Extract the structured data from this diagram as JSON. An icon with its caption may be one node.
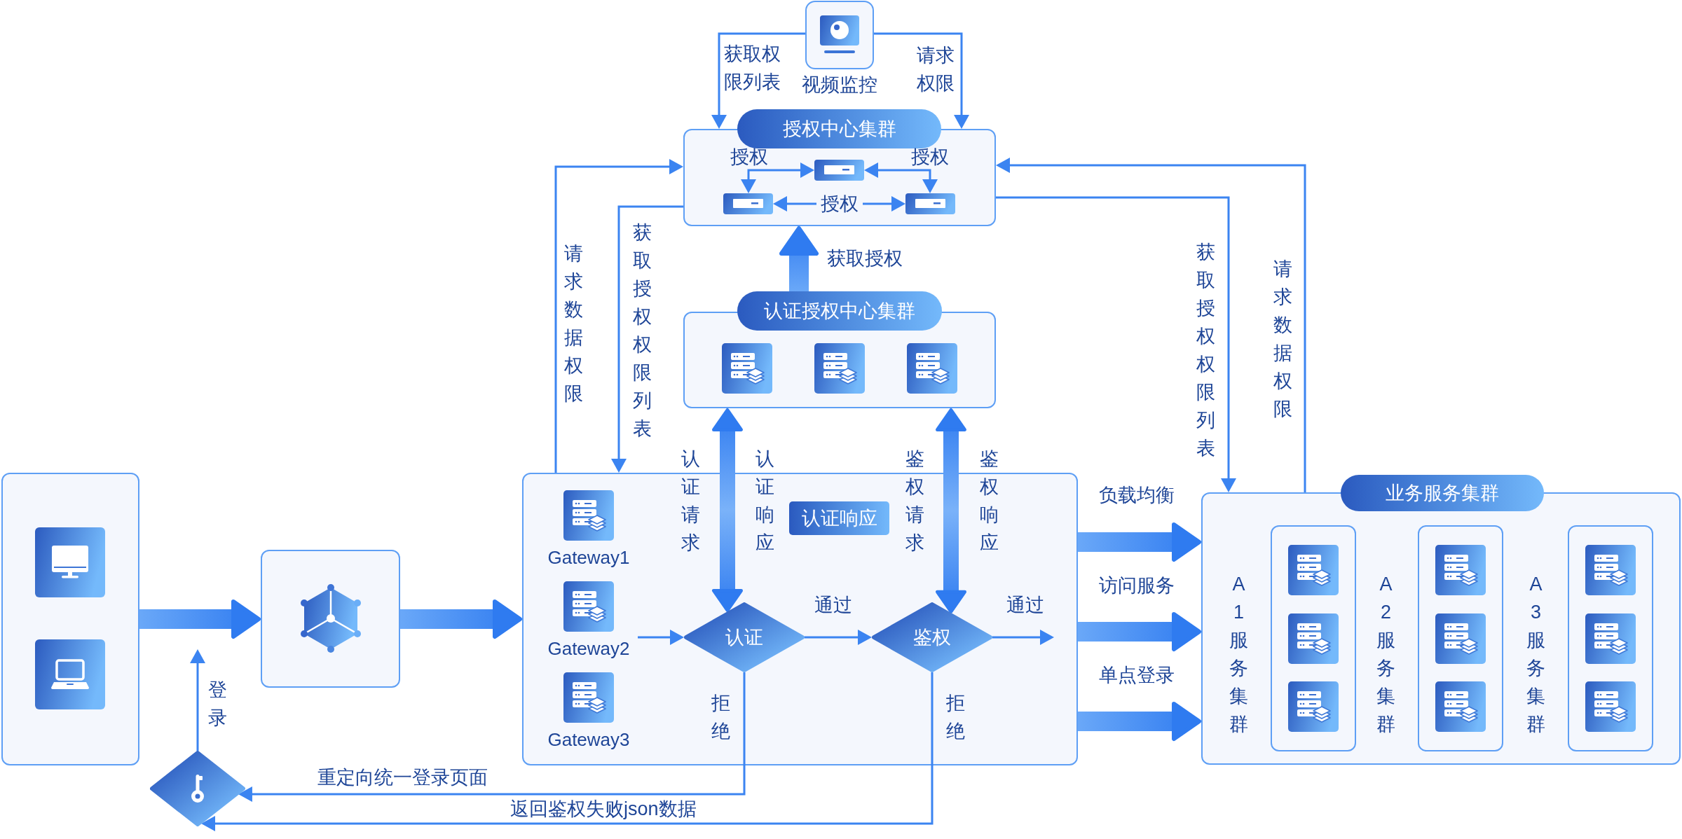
{
  "diagram": {
    "nodes": [
      {
        "text": [
          "视频监控"
        ]
      },
      {
        "text": [
          "授权中心集群"
        ]
      },
      {
        "text": [],
        "shape": "box",
        "in": 1
      },
      {
        "text": [],
        "shape": "box",
        "in": 1
      },
      {
        "text": [],
        "shape": "box",
        "in": 1
      },
      {
        "text": [
          "认证授权中心集群"
        ]
      },
      {
        "text": [],
        "shape": "box"
      },
      {
        "text": [],
        "shape": "box"
      },
      {
        "text": [],
        "shape": "box"
      },
      {
        "text": [
          "Gateway1"
        ],
        "in": 8
      },
      {
        "text": [
          "认证响应"
        ],
        "in": 8
      },
      {
        "text": [
          "Gateway2"
        ],
        "in": 8
      },
      {
        "text": [
          "认证"
        ],
        "in": 8
      },
      {
        "text": [
          "鉴权"
        ],
        "in": 8
      },
      {
        "text": [
          "Gateway3"
        ],
        "in": 8
      },
      {
        "text": [
          "业务服务集群"
        ]
      },
      {
        "text": [],
        "shape": "box",
        "in": 15,
        "beside": [
          "A1服务集群"
        ]
      },
      {
        "text": [],
        "shape": "box",
        "in": 15,
        "beside": [
          "A2服务集群"
        ]
      },
      {
        "text": [],
        "shape": "box",
        "in": 15,
        "beside": [
          "A3服务集群"
        ]
      },
      {
        "text": [],
        "shape": "diamond"
      }
    ],
    "edges": [
      {
        "from": 0,
        "to": 1,
        "arrow": "to",
        "label": "获取权限列表"
      },
      {
        "from": 0,
        "to": 1,
        "arrow": "to",
        "label": "请求权限"
      },
      {
        "from": 2,
        "to": 3,
        "arrow": "both",
        "label": "授权"
      },
      {
        "from": 2,
        "to": 4,
        "arrow": "both",
        "label": "授权"
      },
      {
        "from": 3,
        "to": 4,
        "arrow": "both",
        "label": "授权"
      },
      {
        "from": 5,
        "to": 1,
        "arrow": "to",
        "label": "获取授权",
        "style": "thick"
      },
      {
        "from": 8,
        "to": 1,
        "arrow": "to",
        "label": "请求数据权限"
      },
      {
        "from": 1,
        "to": 8,
        "arrow": "to",
        "label": "获取授权权限列表"
      },
      {
        "from": 1,
        "to": 15,
        "arrow": "to",
        "label": "获取授权权限列表"
      },
      {
        "from": 15,
        "to": 1,
        "arrow": "to",
        "label": "请求数据权限"
      },
      {
        "from": 5,
        "to": 12,
        "arrow": "both",
        "label": "认证请求",
        "style": "thick"
      },
      {
        "from": 5,
        "to": 13,
        "arrow": "both",
        "label": "鉴权请求",
        "style": "thick"
      },
      {
        "from": 11,
        "to": 12,
        "arrow": "to"
      },
      {
        "from": 12,
        "to": 13,
        "arrow": "to",
        "label": "通过"
      },
      {
        "from": 13,
        "to": null,
        "arrow": "to",
        "label": "通过"
      },
      {
        "from": 12,
        "to": 19,
        "arrow": "to",
        "label": "重定向统一登录页面"
      },
      {
        "from": 13,
        "to": 19,
        "arrow": "to",
        "label": "返回鉴权失败json数据"
      },
      {
        "from": 19,
        "to": null,
        "arrow": "to",
        "label": "登录"
      },
      {
        "from": 6,
        "to": 7,
        "arrow": "to",
        "style": "thick"
      },
      {
        "from": 7,
        "to": 8,
        "arrow": "to",
        "style": "thick"
      },
      {
        "from": 8,
        "to": 15,
        "arrow": "to",
        "label": "负载均衡",
        "style": "thick"
      },
      {
        "from": 8,
        "to": 15,
        "arrow": "to",
        "label": "访问服务",
        "style": "thick"
      },
      {
        "from": 8,
        "to": 15,
        "arrow": "to",
        "label": "单点登录",
        "style": "thick"
      }
    ],
    "labels": [
      "认证响应",
      "鉴权响应",
      "拒绝",
      "拒绝"
    ]
  }
}
